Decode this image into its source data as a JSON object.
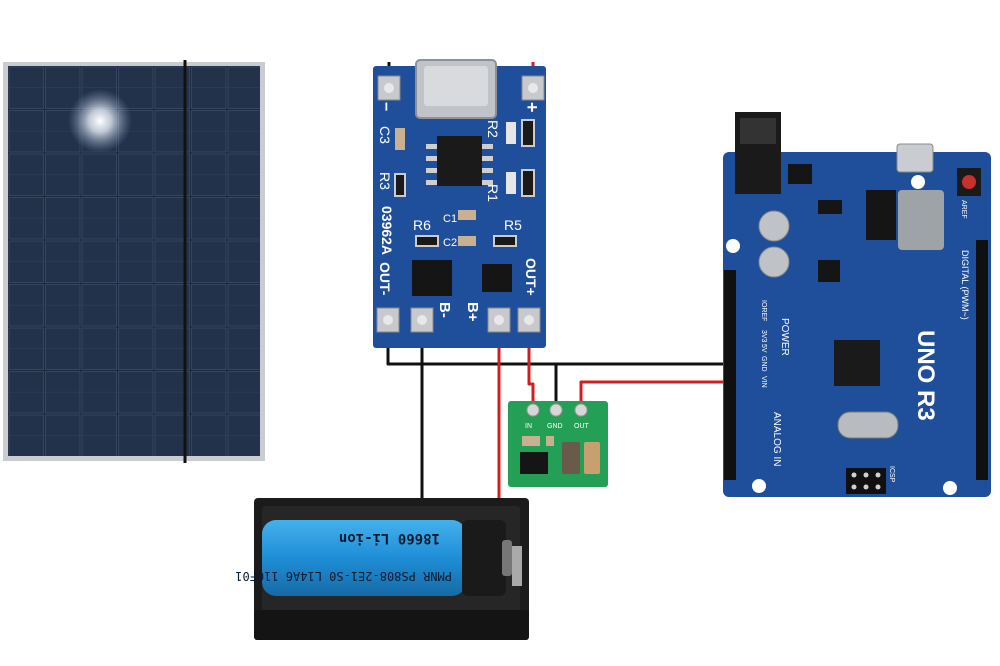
{
  "colors": {
    "background": "#ffffff",
    "solar_cell": "#1c2a3e",
    "solar_frame": "#c9ccd0",
    "pcb_blue": "#1f4f9a",
    "pcb_green": "#23a055",
    "battery_blue": "#1f8ed6",
    "holder_black": "#1b1b1b",
    "wire_red": "#d11f1f",
    "wire_black": "#111111"
  },
  "charger_module": {
    "pin_top_minus": "−",
    "pin_top_plus": "+",
    "label_c3": "C3",
    "label_r3": "R3",
    "label_r2": "R2",
    "label_r1": "R1",
    "label_r6": "R6",
    "label_r5": "R5",
    "label_c1": "C1",
    "label_c2": "C2",
    "label_code": "03962A",
    "label_out_minus": "OUT-",
    "label_out_plus": "OUT+",
    "label_b_minus": "B-",
    "label_b_plus": "B+"
  },
  "booster_module": {
    "pin_labels": [
      "IN",
      "GND",
      "OUT"
    ]
  },
  "battery": {
    "line1": "18660  Li-ion",
    "line2": "PMNR PS808-2E1-S0  L14A6 110F01"
  },
  "arduino": {
    "label_board": "UNO R3",
    "label_power": "POWER",
    "label_analog": "ANALOG IN",
    "label_digital": "DIGITAL (PWM~)",
    "label_ioref": "IOREF",
    "label_gnd": "GND",
    "label_5v": "5V",
    "label_3v3": "3V3",
    "label_vin": "VIN",
    "label_aref": "AREF",
    "label_icsp": "ICSP"
  }
}
